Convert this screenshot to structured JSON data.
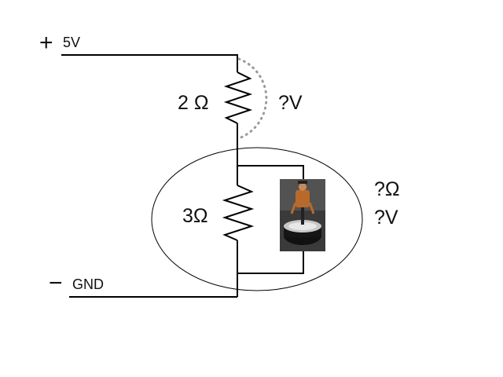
{
  "supply": {
    "plus_symbol": "+",
    "voltage_label": "5V"
  },
  "ground": {
    "minus_symbol": "−",
    "label": "GND"
  },
  "resistor_top": {
    "value_label": "2 Ω",
    "voltage_unknown": "?V"
  },
  "resistor_bottom": {
    "value_label": "3Ω"
  },
  "unknown_load": {
    "resistance_unknown": "?Ω",
    "voltage_unknown": "?V",
    "photo_subject": "figurine-on-pedestal"
  },
  "colors": {
    "wire": "#000000",
    "dotted_arc": "#9a9a9a",
    "photo_background": "#3a3a3a"
  }
}
